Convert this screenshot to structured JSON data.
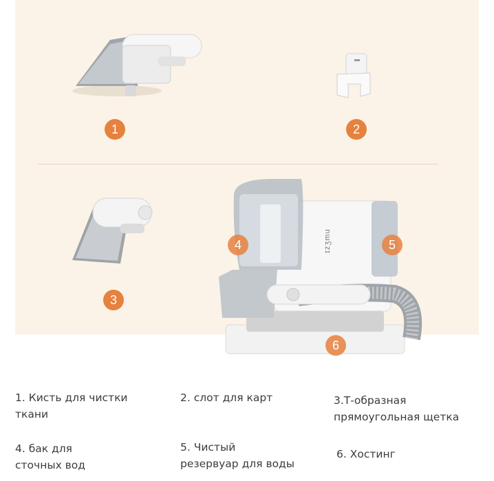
{
  "brand_label": "ɪzʒmu",
  "parts": [
    {
      "number": "1",
      "name": "fabric-brush"
    },
    {
      "number": "2",
      "name": "card-slot"
    },
    {
      "number": "3",
      "name": "t-brush"
    },
    {
      "number": "4",
      "name": "wastewater-tank"
    },
    {
      "number": "5",
      "name": "clean-water-tank"
    },
    {
      "number": "6",
      "name": "base"
    }
  ],
  "captions": {
    "c1_line1": "1. Кисть для чистки",
    "c1_line2": "ткани",
    "c2_line1": "2. слот для карт",
    "c3_line1": "3.Т-образная",
    "c3_line2": "прямоугольная щетка",
    "c4_line1": "4. бак для",
    "c4_line2": "сточных вод",
    "c5_line1": "5. Чистый",
    "c5_line2": "резервуар для воды",
    "c6_line1": "6. Хостинг"
  },
  "colors": {
    "panel_background": "#fbf3e7",
    "badge_orange": "#e6813e",
    "caption_text": "#3c3c3c"
  }
}
